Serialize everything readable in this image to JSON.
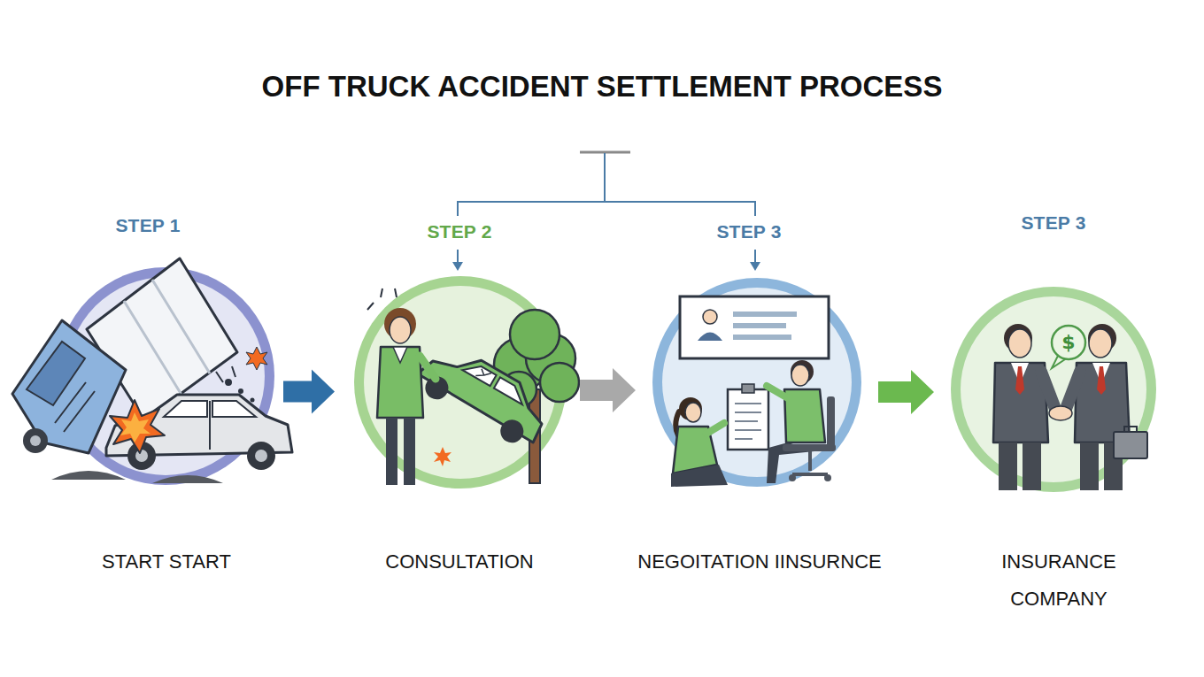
{
  "diagram": {
    "title": "OFF TRUCK ACCIDENT SETTLEMENT PROCESS",
    "nodes": [
      {
        "text": [
          "STEP 1",
          "START START"
        ]
      },
      {
        "text": [
          "STEP 2",
          "CONSULTATION"
        ]
      },
      {
        "text": [
          "STEP 3",
          "NEGOITATION IINSURNCE"
        ]
      },
      {
        "text": [
          "STEP 3",
          "INSURANCE COMPANY"
        ]
      }
    ],
    "edges": [
      {
        "from": 0,
        "to": 1,
        "arrow": "to"
      },
      {
        "from": 1,
        "to": 2,
        "arrow": "to"
      },
      {
        "from": 2,
        "to": 3,
        "arrow": "to"
      }
    ],
    "labels": [
      "$"
    ]
  }
}
